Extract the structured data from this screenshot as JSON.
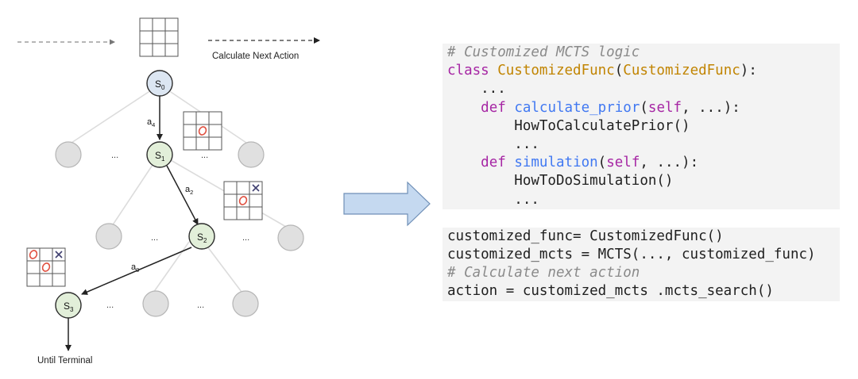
{
  "diagram": {
    "top_label": "Calculate Next Action",
    "bottom_label": "Until Terminal",
    "ellipsis": "...",
    "states": [
      {
        "id": "s0",
        "label": "S",
        "sub": "0"
      },
      {
        "id": "s1",
        "label": "S",
        "sub": "1"
      },
      {
        "id": "s2",
        "label": "S",
        "sub": "2"
      },
      {
        "id": "s3",
        "label": "S",
        "sub": "3"
      }
    ],
    "actions": [
      {
        "id": "a4",
        "label": "a",
        "sub": "4"
      },
      {
        "id": "a2",
        "label": "a",
        "sub": "2"
      },
      {
        "id": "a0",
        "label": "a",
        "sub": "0"
      }
    ],
    "boards": {
      "initial": [
        "",
        "",
        "",
        "",
        "",
        "",
        "",
        "",
        ""
      ],
      "after_s1": [
        "",
        "",
        "",
        "",
        "O",
        "",
        "",
        "",
        ""
      ],
      "after_s2": [
        "",
        "",
        "X",
        "",
        "O",
        "",
        "",
        "",
        ""
      ],
      "after_s3": [
        "O",
        "",
        "X",
        "",
        "O",
        "",
        "",
        "",
        ""
      ]
    },
    "colors": {
      "root_fill": "#dce6f2",
      "state_fill": "#e2efd9",
      "other_fill": "#e0e0e0",
      "o_mark": "#e05040",
      "x_mark": "#404070",
      "big_arrow_fill": "#c5d9f0",
      "big_arrow_stroke": "#6f8fb6"
    }
  },
  "code": {
    "lines": [
      {
        "shade": true,
        "tokens": [
          {
            "t": "# Customized MCTS logic",
            "c": "cm"
          }
        ]
      },
      {
        "shade": true,
        "tokens": [
          {
            "t": "class ",
            "c": "kw"
          },
          {
            "t": "CustomizedFunc",
            "c": "cls"
          },
          {
            "t": "(",
            "c": ""
          },
          {
            "t": "CustomizedFunc",
            "c": "cls"
          },
          {
            "t": "):",
            "c": ""
          }
        ]
      },
      {
        "shade": true,
        "tokens": [
          {
            "t": "    ...",
            "c": ""
          }
        ]
      },
      {
        "shade": true,
        "tokens": [
          {
            "t": "    ",
            "c": ""
          },
          {
            "t": "def ",
            "c": "kw"
          },
          {
            "t": "calculate_prior",
            "c": "fn"
          },
          {
            "t": "(",
            "c": ""
          },
          {
            "t": "self",
            "c": "kw"
          },
          {
            "t": ", ...):",
            "c": ""
          }
        ]
      },
      {
        "shade": true,
        "tokens": [
          {
            "t": "        HowToCalculatePrior()",
            "c": ""
          }
        ]
      },
      {
        "shade": true,
        "tokens": [
          {
            "t": "        ...",
            "c": ""
          }
        ]
      },
      {
        "shade": true,
        "tokens": [
          {
            "t": "    ",
            "c": ""
          },
          {
            "t": "def ",
            "c": "kw"
          },
          {
            "t": "simulation",
            "c": "fn"
          },
          {
            "t": "(",
            "c": ""
          },
          {
            "t": "self",
            "c": "kw"
          },
          {
            "t": ", ...):",
            "c": ""
          }
        ]
      },
      {
        "shade": true,
        "tokens": [
          {
            "t": "        HowToDoSimulation()",
            "c": ""
          }
        ]
      },
      {
        "shade": true,
        "tokens": [
          {
            "t": "        ...",
            "c": ""
          }
        ]
      },
      {
        "shade": false,
        "tokens": [
          {
            "t": "",
            "c": ""
          }
        ]
      },
      {
        "shade": true,
        "tokens": [
          {
            "t": "customized_func= CustomizedFunc()",
            "c": ""
          }
        ]
      },
      {
        "shade": true,
        "tokens": [
          {
            "t": "customized_mcts = MCTS(..., customized_func)",
            "c": ""
          }
        ]
      },
      {
        "shade": true,
        "tokens": [
          {
            "t": "# Calculate next action",
            "c": "cm"
          }
        ]
      },
      {
        "shade": true,
        "tokens": [
          {
            "t": "action = customized_mcts .mcts_search()",
            "c": ""
          }
        ]
      }
    ]
  }
}
